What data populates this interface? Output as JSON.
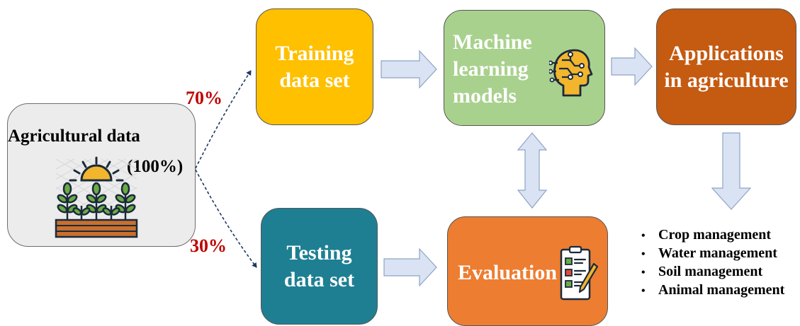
{
  "source": {
    "label": "Agricultural data",
    "percent": "(100%)",
    "icon": "farm-field-sun-icon"
  },
  "split": {
    "train_percent": "70%",
    "test_percent": "30%"
  },
  "training": {
    "label": "Training\ndata set"
  },
  "testing": {
    "label": "Testing\ndata set"
  },
  "ml": {
    "label": "Machine\nlearning\nmodels",
    "icon": "ai-head-icon"
  },
  "evaluation": {
    "label": "Evaluation",
    "icon": "checklist-clipboard-icon"
  },
  "applications": {
    "label": "Applications\nin agriculture"
  },
  "uses": [
    "Crop management",
    "Water management",
    "Soil management",
    "Animal management"
  ],
  "colors": {
    "source_bg": "#ececec",
    "training_bg": "#ffc000",
    "testing_bg": "#1e7f93",
    "ml_bg": "#a9d18e",
    "evaluation_bg": "#ed7d31",
    "applications_bg": "#c55a11",
    "percent_text": "#c00000",
    "block_arrow": "#dae3f3"
  }
}
